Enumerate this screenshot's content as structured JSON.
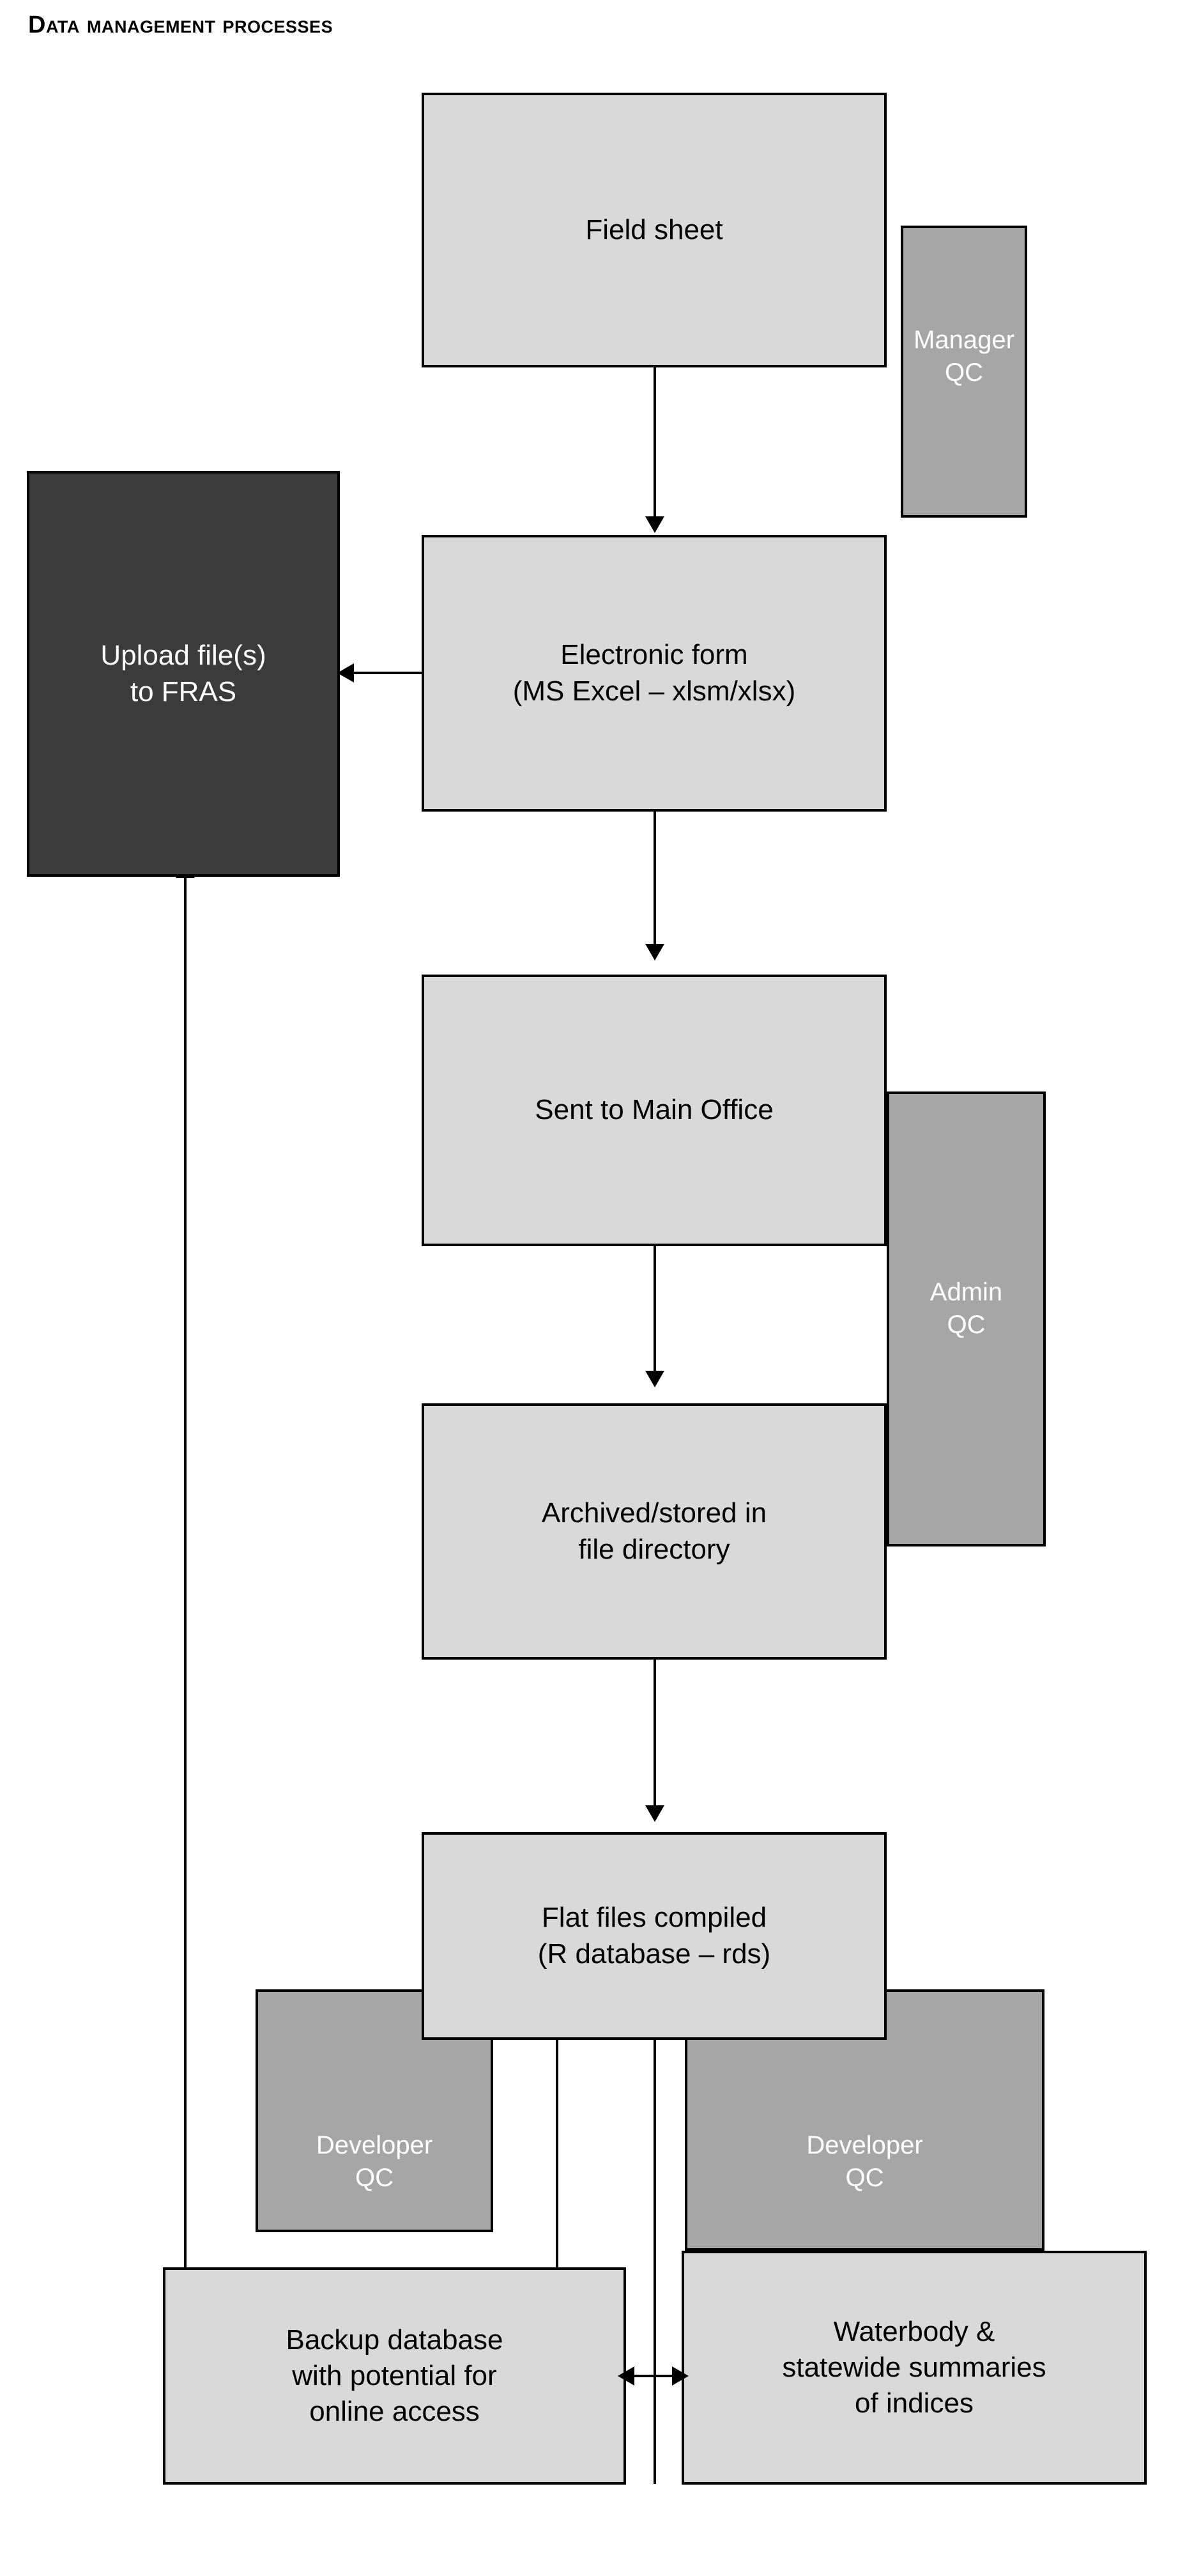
{
  "figure": {
    "title": "Data management processes",
    "colors": {
      "process_fill": "#d9d9d9",
      "qc_fill": "#a6a6a6",
      "upload_fill": "#3b3b3b",
      "stroke": "#000000",
      "background": "#ffffff"
    }
  },
  "nodes": {
    "field_sheet": {
      "label": "Field sheet"
    },
    "upload_fras": {
      "line1": "Upload file(s)",
      "line2": "to FRAS"
    },
    "electronic_form": {
      "line1": "Electronic form",
      "line2": "(MS Excel – xlsm/xlsx)"
    },
    "sent_main_office": {
      "label": "Sent to Main Office"
    },
    "archived_stored": {
      "line1": "Archived/stored in",
      "line2": "file directory"
    },
    "flat_files": {
      "line1": "Flat files compiled",
      "line2": "(R database – rds)"
    },
    "backup_database": {
      "line1": "Backup database",
      "line2": "with potential for",
      "line3": "online access"
    },
    "waterbody_summaries": {
      "line1": "Waterbody &",
      "line2": "statewide summaries",
      "line3": "of indices"
    }
  },
  "qc_bands": {
    "manager_qc": {
      "line1": "Manager",
      "line2": "QC"
    },
    "admin_qc": {
      "line1": "Admin",
      "line2": "QC"
    },
    "developer_qc_left": {
      "line1": "Developer",
      "line2": "QC"
    },
    "developer_qc_right": {
      "line1": "Developer",
      "line2": "QC"
    }
  }
}
